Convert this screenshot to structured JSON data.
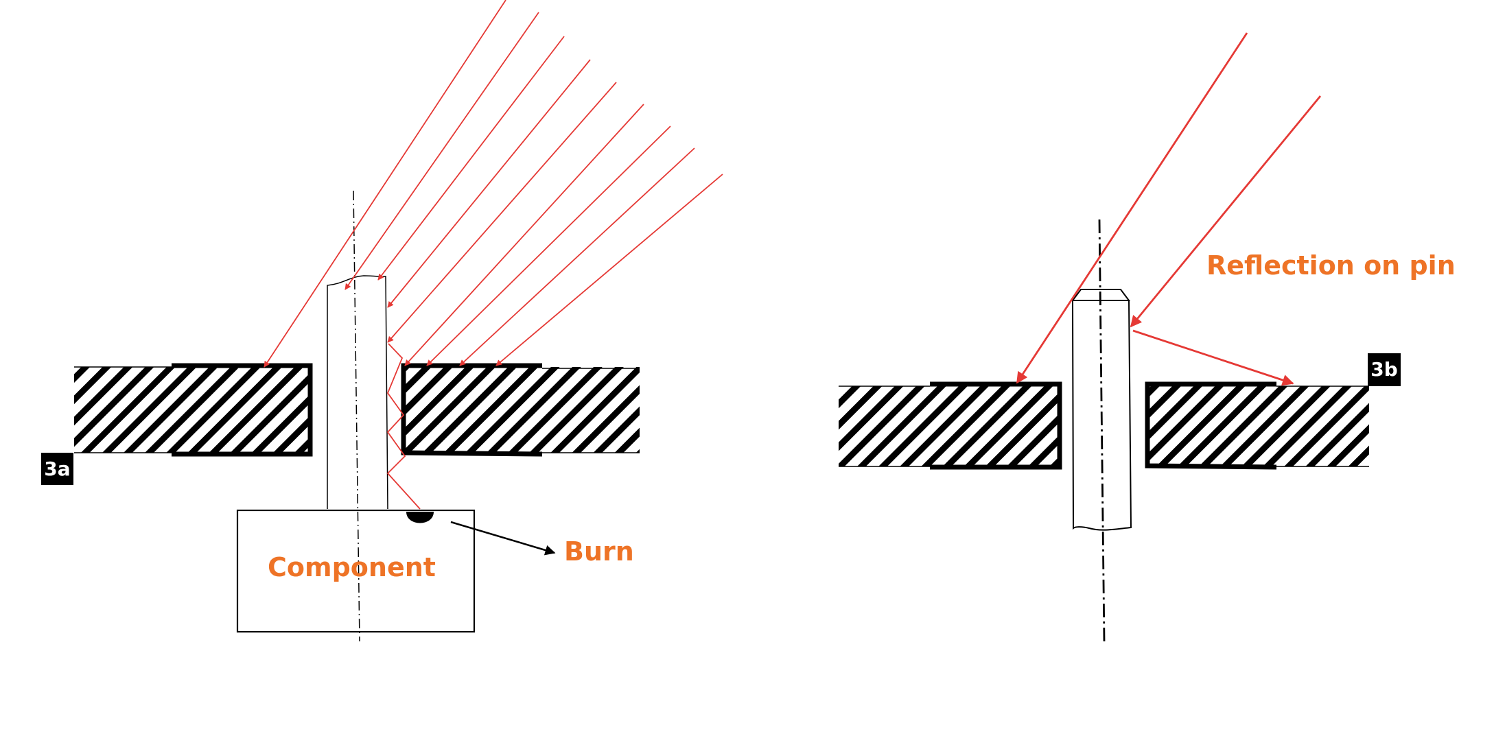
{
  "figure_3a": {
    "badge": "3a",
    "component_label": "Component",
    "burn_label": "Burn"
  },
  "figure_3b": {
    "badge": "3b",
    "reflection_label": "Reflection on pin"
  },
  "colors": {
    "beam": "#e53935",
    "label": "#ee7326",
    "outline": "#000000",
    "badge_bg": "#000000",
    "badge_text": "#ffffff"
  }
}
